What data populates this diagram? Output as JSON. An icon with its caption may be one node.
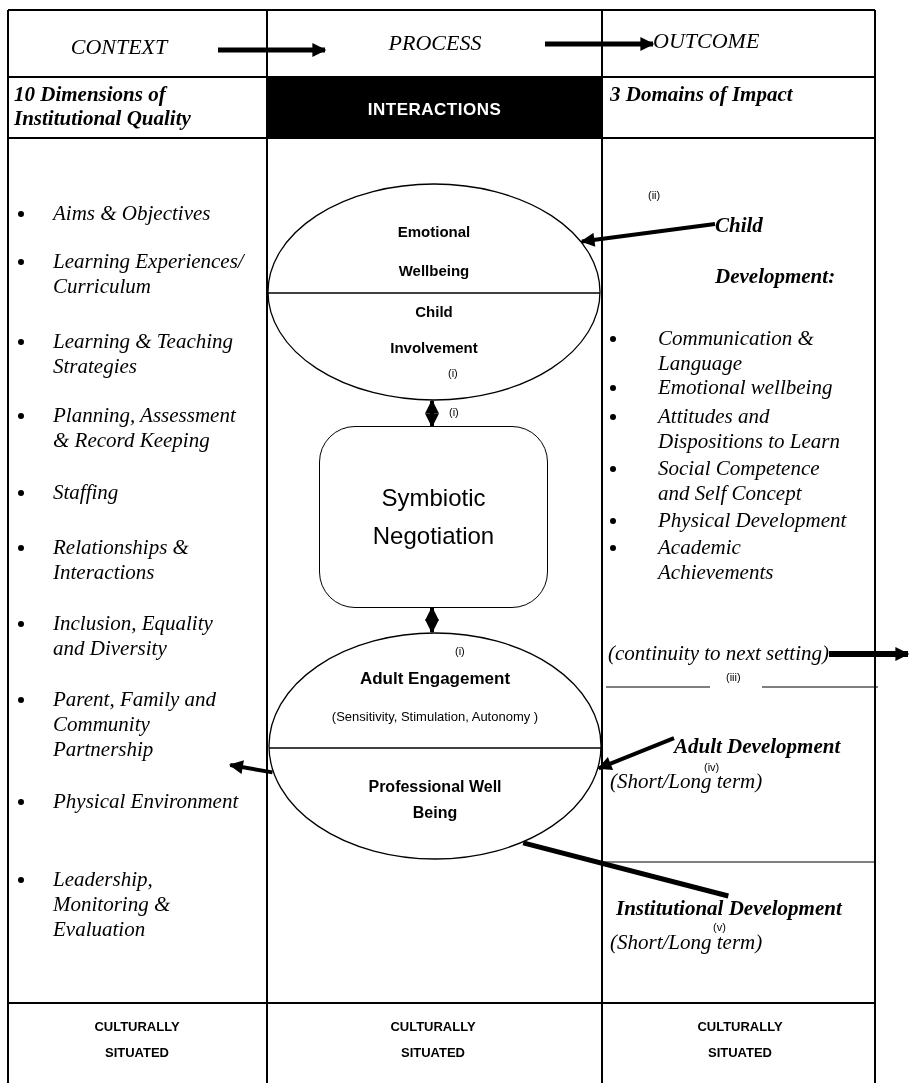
{
  "diagram": {
    "nodes": [
      {
        "text": [
          "CONTEXT"
        ]
      },
      {
        "text": [
          "PROCESS"
        ]
      },
      {
        "text": [
          "OUTCOME"
        ]
      },
      {
        "text": [
          "Emotional Wellbeing",
          "Child Involvement"
        ]
      },
      {
        "text": [
          "Symbiotic Negotiation"
        ]
      },
      {
        "text": [
          "Adult Engagement",
          "(Sensitivity, Stimulation, Autonomy )",
          "Professional Well Being"
        ]
      },
      {
        "text": [
          "**Child Development**:"
        ]
      },
      {
        "text": [
          "Adult Development"
        ]
      },
      {
        "text": [
          "Institutional Development"
        ]
      },
      {
        "text": [
          "(continuity to next setting)"
        ]
      },
      {
        "text": [
          "Parent, Family and Community Partnership"
        ]
      }
    ],
    "edges": [
      {
        "from": 0,
        "to": 1,
        "arrow": "to"
      },
      {
        "from": 1,
        "to": 2,
        "arrow": "to"
      },
      {
        "from": 6,
        "to": 3,
        "arrow": "to"
      },
      {
        "from": 3,
        "to": 4,
        "arrow": "both"
      },
      {
        "from": 4,
        "to": 5,
        "arrow": "both"
      },
      {
        "from": 9,
        "to": null,
        "arrow": "to"
      },
      {
        "from": 7,
        "to": 5,
        "arrow": "to"
      },
      {
        "from": 5,
        "to": 10,
        "arrow": "to"
      },
      {
        "from": 5,
        "to": 8,
        "arrow": "none"
      }
    ],
    "labels": [
      "10 Dimensions of Institutional Quality",
      "INTERACTIONS",
      "3 Domains of Impact",
      "Aims & Objectives",
      "Learning Experiences/ Curriculum",
      "Learning & Teaching Strategies",
      "Planning, Assessment & Record Keeping",
      "Staffing",
      "Relationships & Interactions",
      "Inclusion, Equality and Diversity",
      "Physical Environment",
      "Leadership, Monitoring & Evaluation",
      "(ii)",
      "Communication & Language",
      "Emotional wellbeing",
      "Attitudes and Dispositions to Learn",
      "Social Competence and Self Concept",
      "Physical Development",
      "Academic Achievements",
      "(i)",
      "(i)",
      "(i)",
      "(iii)",
      "(iv)",
      "(Short/Long term)",
      "(v)",
      "(Short/Long term)",
      "CULTURALLY SITUATED",
      "CULTURALLY SITUATED",
      "CULTURALLY SITUATED"
    ]
  }
}
